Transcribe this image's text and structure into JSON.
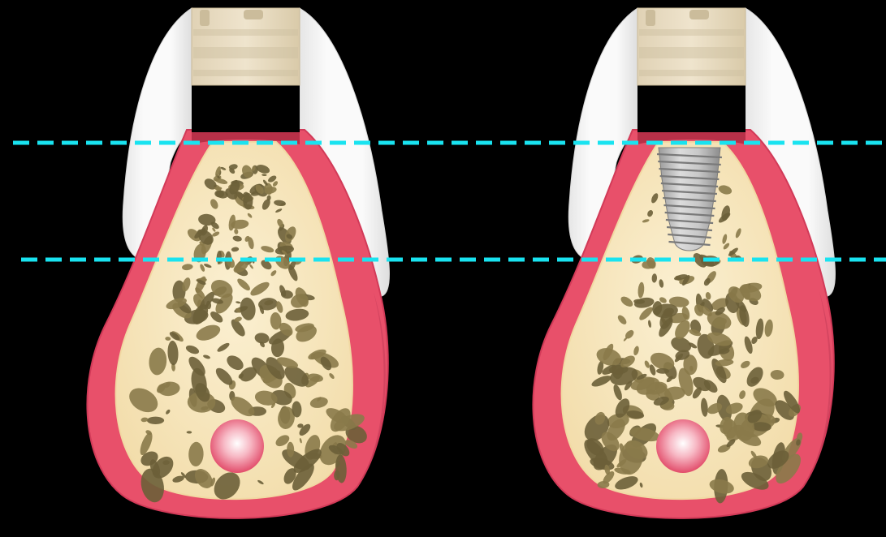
{
  "figure": {
    "panels": [
      {
        "id": "before",
        "implant_present": false
      },
      {
        "id": "after",
        "implant_present": true
      }
    ],
    "guide_lines": [
      {
        "id": "upper",
        "style": "dashed"
      },
      {
        "id": "lower",
        "style": "dashed"
      }
    ]
  },
  "colors": {
    "background": "#000000",
    "gum": "#e8506a",
    "gum_edge": "#d23a58",
    "bone": "#f8e8c2",
    "bone_edge": "#f1d9a3",
    "trabecula": "#8a7a4a",
    "trabecula_dark": "#6b5f38",
    "canal": "#e24c6a",
    "template_shell": "#f4f4f4",
    "template_shadow": "#cfcfcf",
    "sleeve": "#e8dcc4",
    "sleeve_ring": "#cdbf9f",
    "implant": "#bdbdbd",
    "implant_dark": "#8e8e8e",
    "guide_line": "#19e3f0",
    "socket": "#b83048"
  }
}
